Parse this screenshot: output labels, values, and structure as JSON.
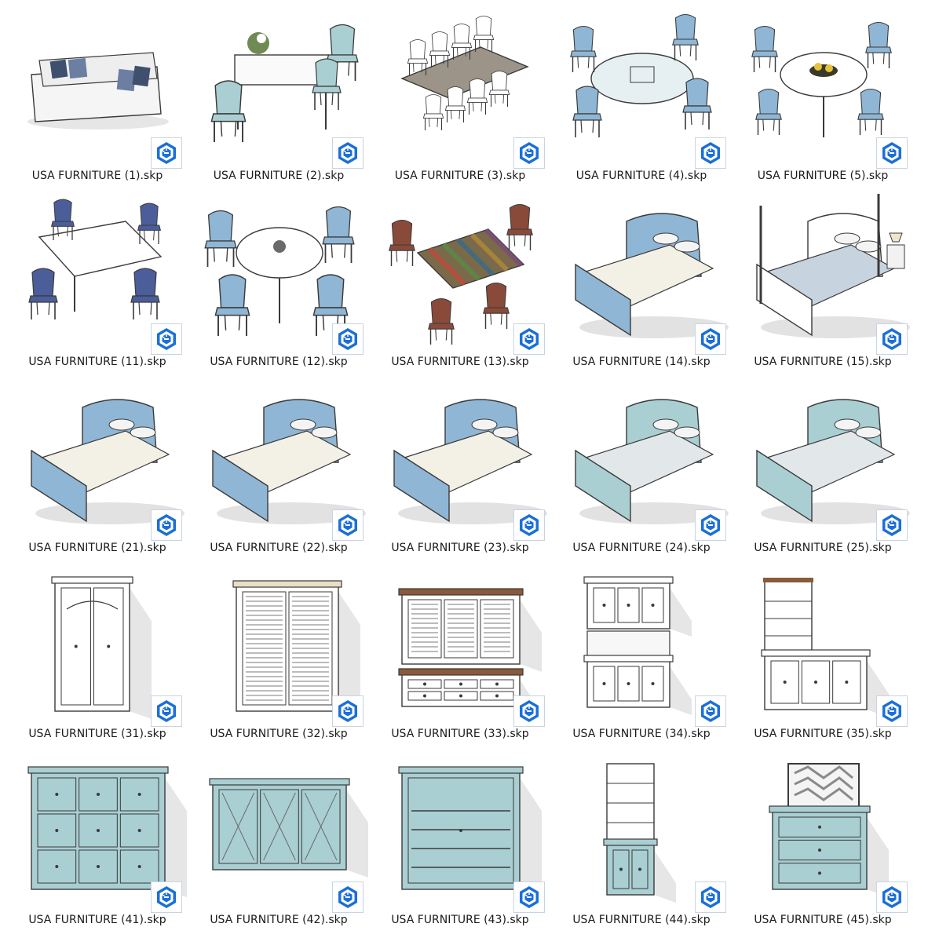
{
  "colors": {
    "badge_blue": "#1c6fd8",
    "furniture_blue": "#8fb6d4",
    "furniture_teal": "#a9cfd3",
    "outline": "#3a3a3a",
    "wood": "#8a5a3a",
    "shadow": "#d5d5d5"
  },
  "icon": "sketchup-file-icon",
  "files": [
    {
      "name": "USA FURNITURE (1).skp",
      "kind": "sofa"
    },
    {
      "name": "USA FURNITURE (2).skp",
      "kind": "dining-set"
    },
    {
      "name": "USA FURNITURE (3).skp",
      "kind": "long-table-set"
    },
    {
      "name": "USA FURNITURE (4).skp",
      "kind": "round-glass-table-set"
    },
    {
      "name": "USA FURNITURE (5).skp",
      "kind": "round-table-set"
    },
    {
      "name": "USA FURNITURE (11).skp",
      "kind": "square-table-set"
    },
    {
      "name": "USA FURNITURE (12).skp",
      "kind": "round-table-upholstered"
    },
    {
      "name": "USA FURNITURE (13).skp",
      "kind": "bistro-set"
    },
    {
      "name": "USA FURNITURE (14).skp",
      "kind": "bed"
    },
    {
      "name": "USA FURNITURE (15).skp",
      "kind": "poster-bed"
    },
    {
      "name": "USA FURNITURE (21).skp",
      "kind": "bed"
    },
    {
      "name": "USA FURNITURE (22).skp",
      "kind": "bed"
    },
    {
      "name": "USA FURNITURE (23).skp",
      "kind": "bed"
    },
    {
      "name": "USA FURNITURE (24).skp",
      "kind": "upholstered-bed"
    },
    {
      "name": "USA FURNITURE (25).skp",
      "kind": "upholstered-bed"
    },
    {
      "name": "USA FURNITURE (31).skp",
      "kind": "wardrobe"
    },
    {
      "name": "USA FURNITURE (32).skp",
      "kind": "louvered-cabinet"
    },
    {
      "name": "USA FURNITURE (33).skp",
      "kind": "armoire"
    },
    {
      "name": "USA FURNITURE (34).skp",
      "kind": "hutch"
    },
    {
      "name": "USA FURNITURE (35).skp",
      "kind": "bookcase-cabinet"
    },
    {
      "name": "USA FURNITURE (41).skp",
      "kind": "storage-cabinet"
    },
    {
      "name": "USA FURNITURE (42).skp",
      "kind": "sideboard"
    },
    {
      "name": "USA FURNITURE (43).skp",
      "kind": "open-cabinet"
    },
    {
      "name": "USA FURNITURE (44).skp",
      "kind": "corner-shelf"
    },
    {
      "name": "USA FURNITURE (45).skp",
      "kind": "dresser-with-mirror"
    }
  ]
}
